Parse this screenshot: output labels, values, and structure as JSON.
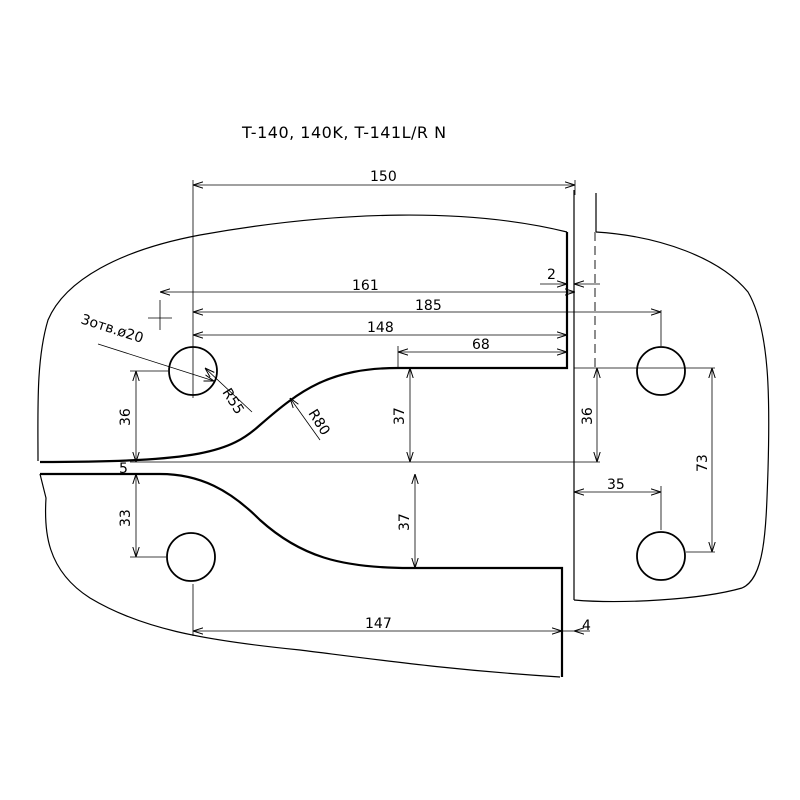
{
  "title": "T-140, 140K, T-141L/R N",
  "colors": {
    "line": "#000000",
    "background": "#ffffff"
  },
  "dimensions": {
    "d150": "150",
    "d2": "2",
    "d161": "161",
    "d185": "185",
    "d148": "148",
    "d68": "68",
    "holes_note": "3отв.ø20",
    "r55": "R55",
    "r80": "R80",
    "d36_left": "36",
    "d37_upper": "37",
    "d36_right": "36",
    "d73": "73",
    "d5": "5",
    "d35": "35",
    "d33": "33",
    "d37_lower": "37",
    "d147": "147",
    "d4": "4"
  }
}
